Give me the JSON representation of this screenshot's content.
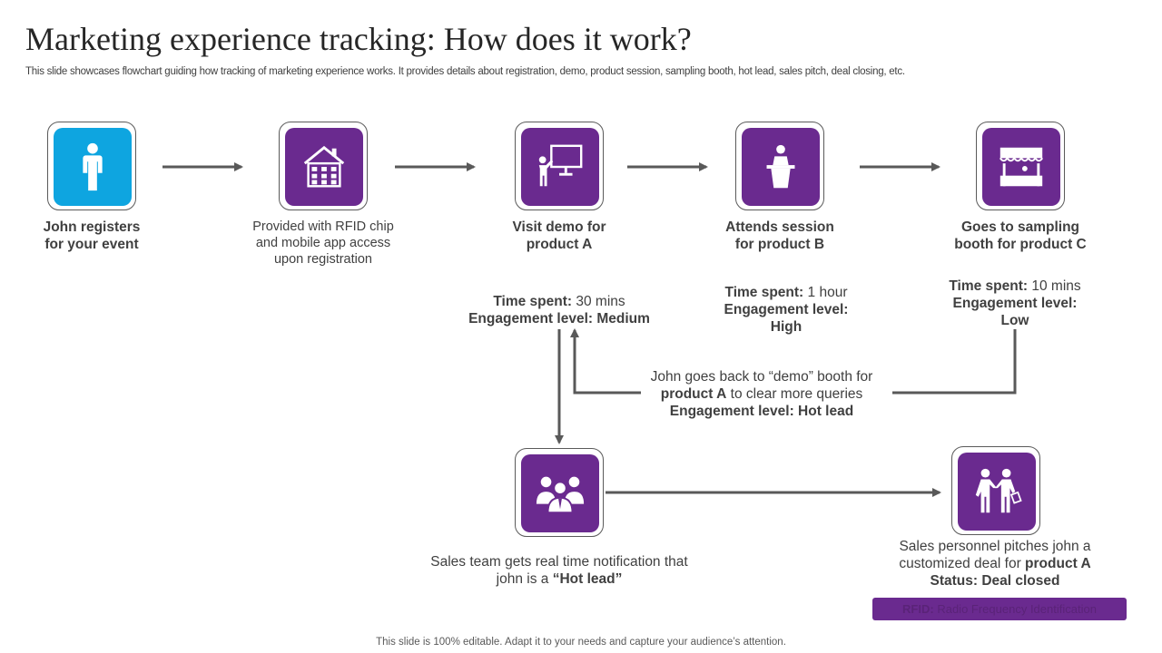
{
  "title": "Marketing experience tracking: How does it work?",
  "subtitle": "This slide showcases flowchart guiding how tracking of marketing experience works. It provides details about registration, demo, product session, sampling booth, hot lead, sales pitch, deal closing, etc.",
  "colors": {
    "purple": "#6a2a8f",
    "blue": "#0ea5e0",
    "arrow": "#595959"
  },
  "steps": [
    {
      "icon": "person-icon",
      "label": "John registers for your event"
    },
    {
      "icon": "building-icon",
      "label": "Provided with RFID chip and mobile app access upon registration"
    },
    {
      "icon": "presentation-icon",
      "label": "Visit demo for product A",
      "time_key": "Time spent:",
      "time_value": "30 mins",
      "engagement_key": "Engagement level:",
      "engagement_value": "Medium"
    },
    {
      "icon": "speaker-podium-icon",
      "label": "Attends session for product B",
      "time_key": "Time spent:",
      "time_value": "1 hour",
      "engagement_key": "Engagement level:",
      "engagement_value": "High"
    },
    {
      "icon": "booth-icon",
      "label": "Goes to sampling booth for product C",
      "time_key": "Time spent:",
      "time_value": "10 mins",
      "engagement_key": "Engagement level:",
      "engagement_value": "Low"
    }
  ],
  "return_note": {
    "line1": "John goes back to “demo” booth for",
    "product": "product A",
    "line2_rest": " to clear more queries",
    "engagement": "Engagement level: Hot lead"
  },
  "sales_team": {
    "icon": "team-icon",
    "text": "Sales team gets real time notification that john is a ",
    "highlight": "“Hot lead”"
  },
  "deal": {
    "icon": "handshake-icon",
    "text": "Sales personnel pitches john a customized deal for ",
    "product": "product A",
    "status": "Status: Deal closed"
  },
  "footnote": {
    "key": "RFID:",
    "value": " Radio Frequency Identification"
  },
  "footer": "This slide is 100% editable. Adapt it to your needs and capture your audience’s attention."
}
